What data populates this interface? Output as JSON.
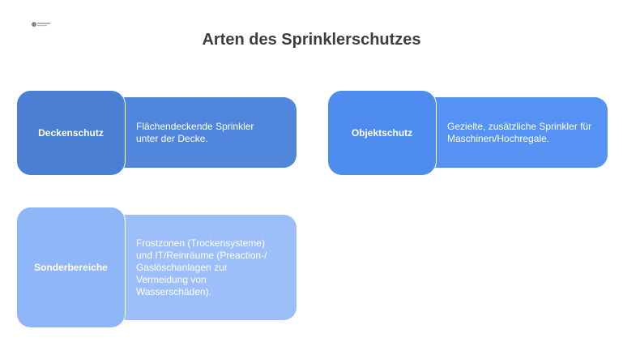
{
  "title": "Arten des Sprinklerschutzes",
  "logo_name": "logo",
  "cards": [
    {
      "heading": "Deckenschutz",
      "description": "Flächendeckende Sprinkler unter der Decke.",
      "head_color": "#4a7fd4",
      "desc_color": "#5087dc"
    },
    {
      "heading": "Objektschutz",
      "description": "Gezielte, zusätzliche Sprinkler für Maschinen/Hochregale.",
      "head_color": "#4f8cf0",
      "desc_color": "#5592f3"
    },
    {
      "heading": "Sonderbereiche",
      "description": "Frostzonen (Trockensysteme) und IT/Reinräume (Preaction-/ Gaslöschanlagen zur Vermeidung von Wasserschäden).",
      "head_color": "#8fb6f7",
      "desc_color": "#9cbff9"
    }
  ]
}
